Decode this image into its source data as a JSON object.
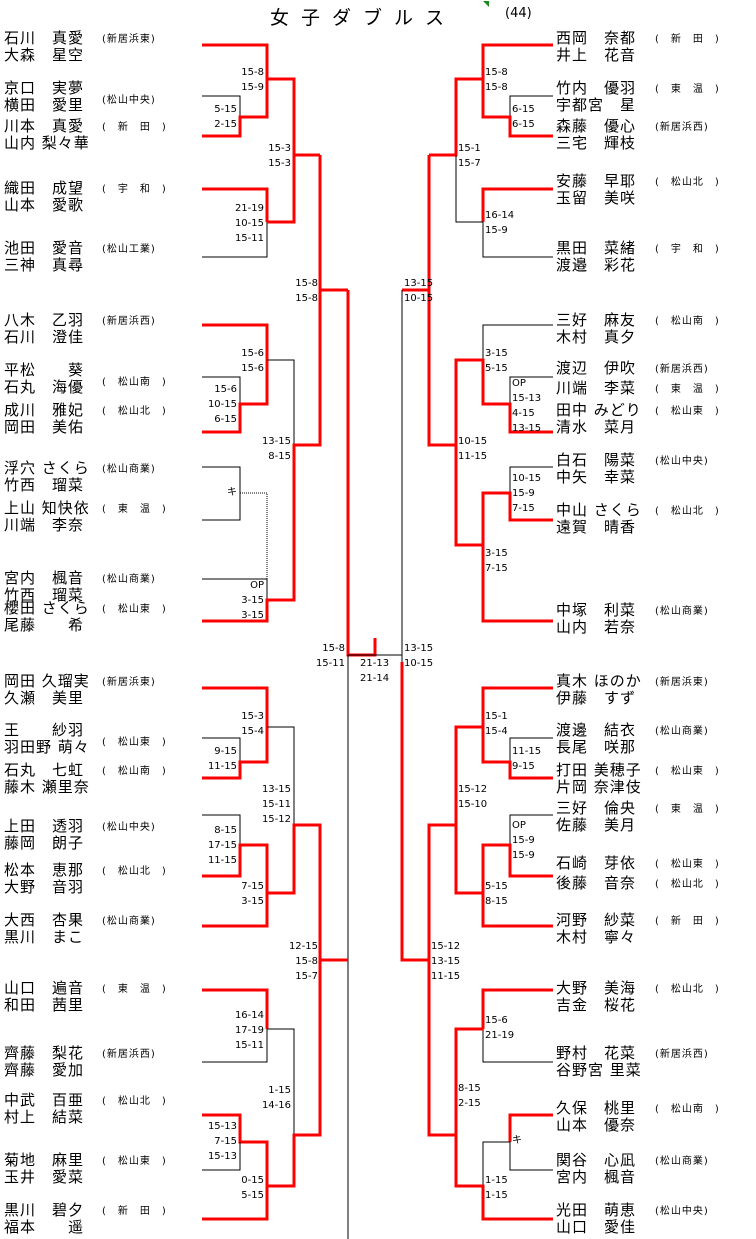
{
  "title": "女子ダブルス",
  "entry_count": "(44)",
  "colors": {
    "winner_line": "#ff0000",
    "loser_line": "#000000",
    "flag": "#1a8a1a"
  },
  "left_entries": [
    {
      "p1": "石川　真愛",
      "p2": "大森　星空",
      "team": "(新居浜東)"
    },
    {
      "p1": "京口　実夢",
      "p2": "横田　愛里",
      "team": "(松山中央)"
    },
    {
      "p1": "川本　真愛",
      "p2": "山内 梨々華",
      "team": "(　新　田　)"
    },
    {
      "p1": "織田　成望",
      "p2": "山本　愛歌",
      "team": "(　宇　和　)"
    },
    {
      "p1": "池田　愛音",
      "p2": "三神　真尋",
      "team": "(松山工業)"
    },
    {
      "p1": "八木　乙羽",
      "p2": "石川　澄佳",
      "team": "(新居浜西)"
    },
    {
      "p1": "平松　　葵",
      "p2": "石丸　海優",
      "team": "(　松山南　)"
    },
    {
      "p1": "成川　雅妃",
      "p2": "岡田　美佑",
      "team": "(　松山北　)"
    },
    {
      "p1": "浮穴 さくら",
      "p2": "竹西　瑠菜",
      "team": "(松山商業)"
    },
    {
      "p1": "上山 知快依",
      "p2": "川端　李奈",
      "team": "(　東　温　)"
    },
    {
      "p1": "宮内　楓音",
      "p2": "竹西　瑠菜",
      "team": "(松山商業)"
    },
    {
      "p1": "櫻田 さくら",
      "p2": "尾藤　　希",
      "team": "(　松山東　)"
    },
    {
      "p1": "岡田 久瑠実",
      "p2": "久瀬　美里",
      "team": "(新居浜東)"
    },
    {
      "p1": "王　　紗羽",
      "p2": "羽田野 萌々",
      "team": "(　松山東　)"
    },
    {
      "p1": "石丸　七虹",
      "p2": "藤木 瀬里奈",
      "team": "(　松山南　)"
    },
    {
      "p1": "上田　透羽",
      "p2": "藤岡　朗子",
      "team": "(松山中央)"
    },
    {
      "p1": "松本　恵那",
      "p2": "大野　音羽",
      "team": "(　松山北　)"
    },
    {
      "p1": "大西　杏果",
      "p2": "黒川　まこ",
      "team": "(松山商業)"
    },
    {
      "p1": "山口　遍音",
      "p2": "和田　茜里",
      "team": "(　東　温　)"
    },
    {
      "p1": "齊藤　梨花",
      "p2": "齊藤　愛加",
      "team": "(新居浜西)"
    },
    {
      "p1": "中武　百亜",
      "p2": "村上　結菜",
      "team": "(　松山北　)"
    },
    {
      "p1": "菊地　麻里",
      "p2": "玉井　愛菜",
      "team": "(　松山東　)"
    },
    {
      "p1": "黒川　碧夕",
      "p2": "福本　　遥",
      "team": "(　新　田　)"
    }
  ],
  "right_entries": [
    {
      "p1": "西岡　奈都",
      "p2": "井上　花音",
      "team": "(　新　田　)"
    },
    {
      "p1": "竹内　優羽",
      "p2": "宇都宮　星",
      "team": "(　東　温　)"
    },
    {
      "p1": "森藤　優心",
      "p2": "三宅　輝枝",
      "team": "(新居浜西)"
    },
    {
      "p1": "安藤　早耶",
      "p2": "玉留　美咲",
      "team": "(　松山北　)"
    },
    {
      "p1": "黒田　菜緒",
      "p2": "渡邉　彩花",
      "team": "(　宇　和　)"
    },
    {
      "p1": "三好　麻友",
      "p2": "木村　真夕",
      "team": "(　松山南　)"
    },
    {
      "p1": "渡辺　伊吹",
      "p2": "",
      "team": "(新居浜西)"
    },
    {
      "p1": "川端　李菜",
      "p2": "",
      "team": "(　東　温　)"
    },
    {
      "p1": "田中 みどり",
      "p2": "清水　菜月",
      "team": "(　松山東　)"
    },
    {
      "p1": "白石　陽菜",
      "p2": "中矢　幸菜",
      "team": "(松山中央)"
    },
    {
      "p1": "中山 さくら",
      "p2": "遠賀　晴香",
      "team": "(　松山北　)"
    },
    {
      "p1": "中塚　利菜",
      "p2": "山内　若奈",
      "team": "(松山商業)"
    },
    {
      "p1": "真木 ほのか",
      "p2": "伊藤　すず",
      "team": "(新居浜東)"
    },
    {
      "p1": "渡邊　結衣",
      "p2": "長尾　咲那",
      "team": "(松山商業)"
    },
    {
      "p1": "打田 美穂子",
      "p2": "片岡 奈津伎",
      "team": "(　松山東　)"
    },
    {
      "p1": "三好　倫央",
      "p2": "佐藤　美月",
      "team": "(　東　温　)"
    },
    {
      "p1": "石崎　芽依",
      "p2": "",
      "team": "(　松山東　)"
    },
    {
      "p1": "後藤　音奈",
      "p2": "",
      "team": "(　松山北　)"
    },
    {
      "p1": "河野　紗菜",
      "p2": "木村　寧々",
      "team": "(　新　田　)"
    },
    {
      "p1": "大野　美海",
      "p2": "吉金　桜花",
      "team": "(　松山北　)"
    },
    {
      "p1": "野村　花菜",
      "p2": "谷野宮 里菜",
      "team": "(新居浜西)"
    },
    {
      "p1": "久保　桃里",
      "p2": "山本　優奈",
      "team": "(　松山南　)"
    },
    {
      "p1": "関谷　心凪",
      "p2": "宮内　楓音",
      "team": "(松山商業)"
    },
    {
      "p1": "光田　萌恵",
      "p2": "山口　愛佳",
      "team": "(松山中央)"
    }
  ],
  "scores": {
    "L_r1a": [
      "15-8",
      "15-9"
    ],
    "L_r0a": [
      "5-15",
      "2-15"
    ],
    "L_r2a": [
      "15-3",
      "15-3"
    ],
    "L_r1b": [
      "21-19",
      "10-15",
      "15-11"
    ],
    "L_r3a": [
      "15-8",
      "15-8"
    ],
    "L_r1c": [
      "15-6",
      "15-6"
    ],
    "L_r0c": [
      "15-6",
      "10-15",
      "6-15"
    ],
    "L_r2b": [
      "13-15",
      "8-15"
    ],
    "L_r0d": [
      "キ"
    ],
    "L_r1d": [
      "OP",
      "3-15",
      "3-15"
    ],
    "L_r4": [
      "15-8",
      "15-11"
    ],
    "final": [
      "21-13",
      "21-14"
    ],
    "L_r1e": [
      "15-3",
      "15-4"
    ],
    "L_r0e": [
      "9-15",
      "11-15"
    ],
    "L_r2c": [
      "13-15",
      "15-11",
      "15-12"
    ],
    "L_r0f": [
      "8-15",
      "17-15",
      "11-15"
    ],
    "L_r1f": [
      "7-15",
      "3-15"
    ],
    "L_r3b": [
      "12-15",
      "15-8",
      "15-7"
    ],
    "L_r1g": [
      "16-14",
      "17-19",
      "15-11"
    ],
    "L_r2d": [
      "1-15",
      "14-16"
    ],
    "L_r0h": [
      "15-13",
      "7-15",
      "15-13"
    ],
    "L_r1h": [
      "0-15",
      "5-15"
    ],
    "R_r1a": [
      "15-8",
      "15-8"
    ],
    "R_r0a": [
      "6-15",
      "6-15"
    ],
    "R_r2a": [
      "15-1",
      "15-7"
    ],
    "R_r1b": [
      "16-14",
      "15-9"
    ],
    "R_r3a": [
      "13-15",
      "10-15"
    ],
    "R_r1c": [
      "3-15",
      "5-15"
    ],
    "R_r0c": [
      "OP",
      "15-13",
      "4-15",
      "13-15"
    ],
    "R_r2b": [
      "10-15",
      "11-15"
    ],
    "R_r0d": [
      "10-15",
      "15-9",
      "7-15"
    ],
    "R_r1d": [
      "3-15",
      "7-15"
    ],
    "R_r4": [
      "13-15",
      "10-15"
    ],
    "R_r1e": [
      "15-1",
      "15-4"
    ],
    "R_r0e": [
      "11-15",
      "9-15"
    ],
    "R_r2c": [
      "15-12",
      "15-10"
    ],
    "R_r0f": [
      "OP",
      "15-9",
      "15-9"
    ],
    "R_r1f": [
      "5-15",
      "8-15"
    ],
    "R_r3b": [
      "15-12",
      "13-15",
      "11-15"
    ],
    "R_r1g": [
      "15-6",
      "21-19"
    ],
    "R_r2d": [
      "8-15",
      "2-15"
    ],
    "R_r0h": [
      "キ"
    ],
    "R_r1h": [
      "1-15",
      "1-15"
    ]
  }
}
